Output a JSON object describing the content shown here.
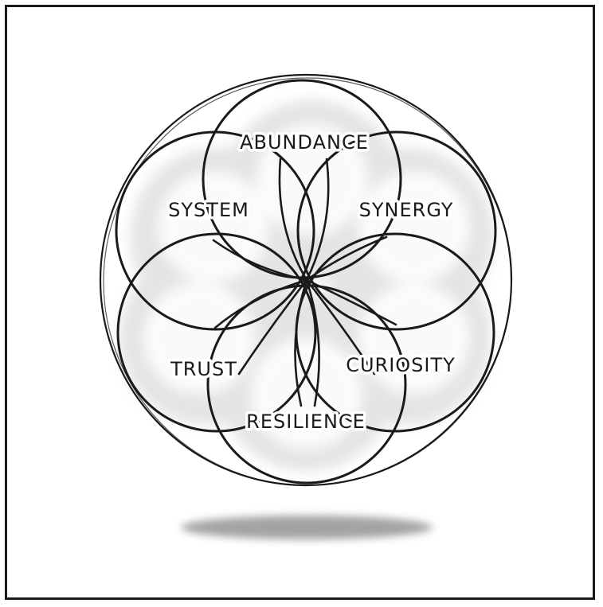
{
  "diagram": {
    "labels": {
      "abundance": "ABUNDANCE",
      "system": "SYSTEM",
      "synergy": "SYNERGY",
      "trust": "TRUST",
      "curiosity": "CURIOSITY",
      "resilience": "RESILIENCE"
    },
    "colors": {
      "ink": "#1a1a1a",
      "shade": "#cfcfcf",
      "shadow": "#9a9a9a",
      "background": "#ffffff"
    }
  }
}
